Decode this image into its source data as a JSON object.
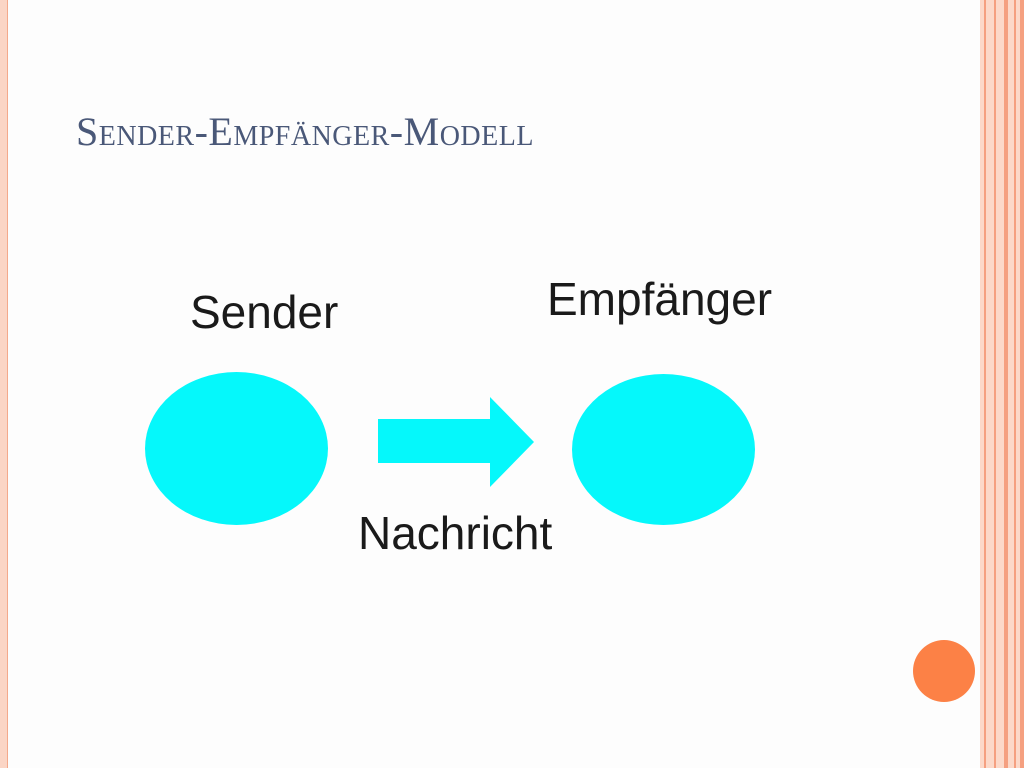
{
  "slide": {
    "title": "Sender-Empfänger-Modell"
  },
  "diagram": {
    "sender_label": "Sender",
    "receiver_label": "Empfänger",
    "message_label": "Nachricht",
    "node_color": "#05f8fb",
    "arrow_color": "#05f8fb"
  },
  "theme": {
    "title_color": "#4a5878",
    "accent_color": "#fc8146",
    "border_color": "#f5a080"
  }
}
